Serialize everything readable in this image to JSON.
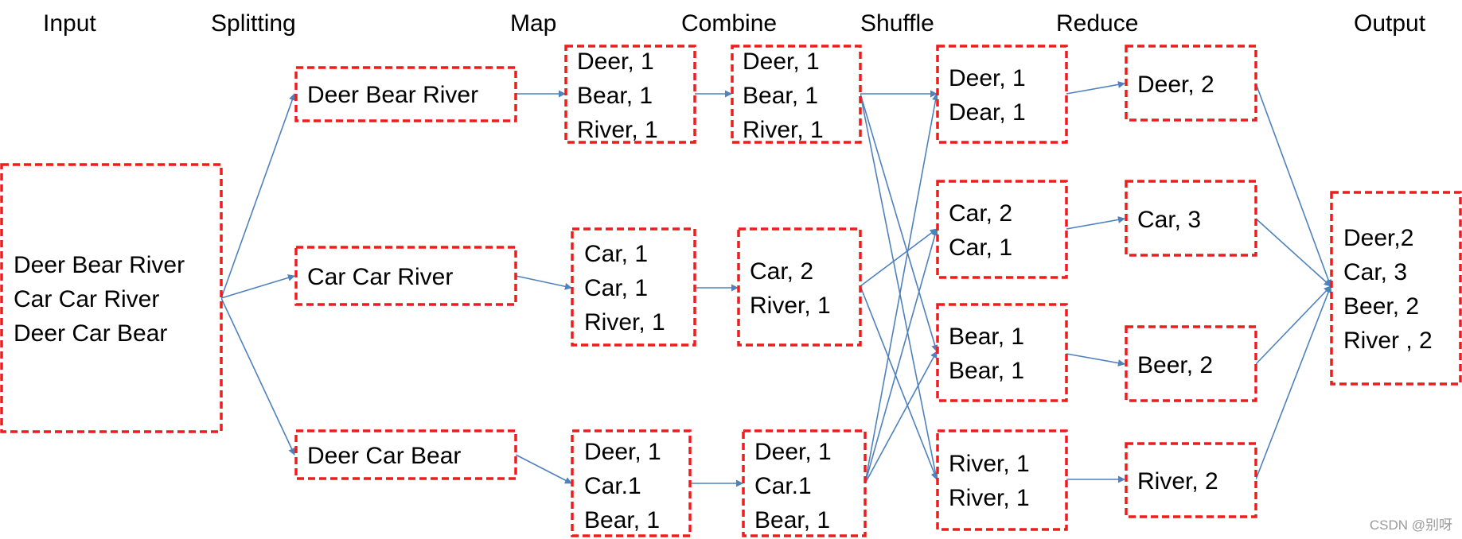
{
  "stages": {
    "input": "Input",
    "splitting": "Splitting",
    "map": "Map",
    "combine": "Combine",
    "shuffle": "Shuffle",
    "reduce": "Reduce",
    "output": "Output"
  },
  "boxes": {
    "input": [
      "Deer Bear River",
      "Car Car River",
      "Deer Car Bear"
    ],
    "split1": [
      "Deer Bear River"
    ],
    "split2": [
      "Car Car River"
    ],
    "split3": [
      "Deer Car Bear"
    ],
    "map1": [
      "Deer, 1",
      "Bear, 1",
      "River, 1"
    ],
    "map2": [
      "Car, 1",
      "Car, 1",
      "River, 1"
    ],
    "map3": [
      "Deer, 1",
      "Car.1",
      "Bear, 1"
    ],
    "comb1": [
      "Deer, 1",
      "Bear, 1",
      "River, 1"
    ],
    "comb2": [
      "Car, 2",
      "River, 1"
    ],
    "comb3": [
      "Deer, 1",
      "Car.1",
      "Bear, 1"
    ],
    "shuf1": [
      "Deer, 1",
      "Dear, 1"
    ],
    "shuf2": [
      "Car, 2",
      "Car, 1"
    ],
    "shuf3": [
      "Bear, 1",
      "Bear, 1"
    ],
    "shuf4": [
      "River, 1",
      "River, 1"
    ],
    "red1": [
      "Deer, 2"
    ],
    "red2": [
      "Car, 3"
    ],
    "red3": [
      "Beer, 2"
    ],
    "red4": [
      "River, 2"
    ],
    "output": [
      "Deer,2",
      "Car, 3",
      "Beer, 2",
      "River , 2"
    ]
  },
  "watermark": "CSDN @别呀",
  "colors": {
    "box_border": "#ee1c1c",
    "arrow": "#4f81bd"
  }
}
